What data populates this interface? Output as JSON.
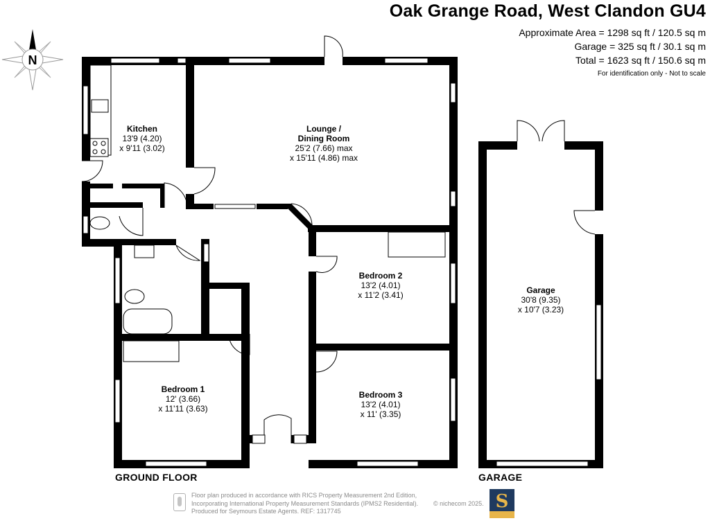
{
  "header": {
    "title": "Oak Grange Road, West Clandon GU4",
    "area_approx": "Approximate Area = 1298 sq ft / 120.5 sq m",
    "area_garage": "Garage = 325 sq ft / 30.1 sq m",
    "area_total": "Total = 1623 sq ft / 150.6 sq m",
    "note": "For identification only - Not to scale"
  },
  "compass": {
    "label": "N",
    "icon": "compass-rose-icon"
  },
  "rooms": {
    "kitchen": {
      "name": "Kitchen",
      "dim1": "13'9 (4.20)",
      "dim2": "x 9'11 (3.02)"
    },
    "lounge": {
      "name1": "Lounge /",
      "name2": "Dining Room",
      "dim1": "25'2 (7.66) max",
      "dim2": "x 15'11 (4.86) max"
    },
    "bedroom2": {
      "name": "Bedroom 2",
      "dim1": "13'2 (4.01)",
      "dim2": "x 11'2 (3.41)"
    },
    "bedroom1": {
      "name": "Bedroom 1",
      "dim1": "12' (3.66)",
      "dim2": "x 11'11 (3.63)"
    },
    "bedroom3": {
      "name": "Bedroom 3",
      "dim1": "13'2 (4.01)",
      "dim2": "x 11' (3.35)"
    },
    "garage": {
      "name": "Garage",
      "dim1": "30'8 (9.35)",
      "dim2": "x 10'7 (3.23)"
    }
  },
  "floors": {
    "ground": "GROUND FLOOR",
    "garage": "GARAGE"
  },
  "footer": {
    "line1": "Floor plan produced in accordance with RICS Property Measurement 2nd Edition,",
    "line2": "Incorporating International Property Measurement Standards (IPMS2 Residential).",
    "line3": "Produced for Seymours Estate Agents.   REF: 1317745",
    "copyright": "© nichecom 2025.",
    "logo_letter": "S",
    "logo_colors": {
      "background": "#1f3a5f",
      "accent": "#e8b54a"
    }
  },
  "colors": {
    "wall": "#000000",
    "window": "#ffffff"
  }
}
